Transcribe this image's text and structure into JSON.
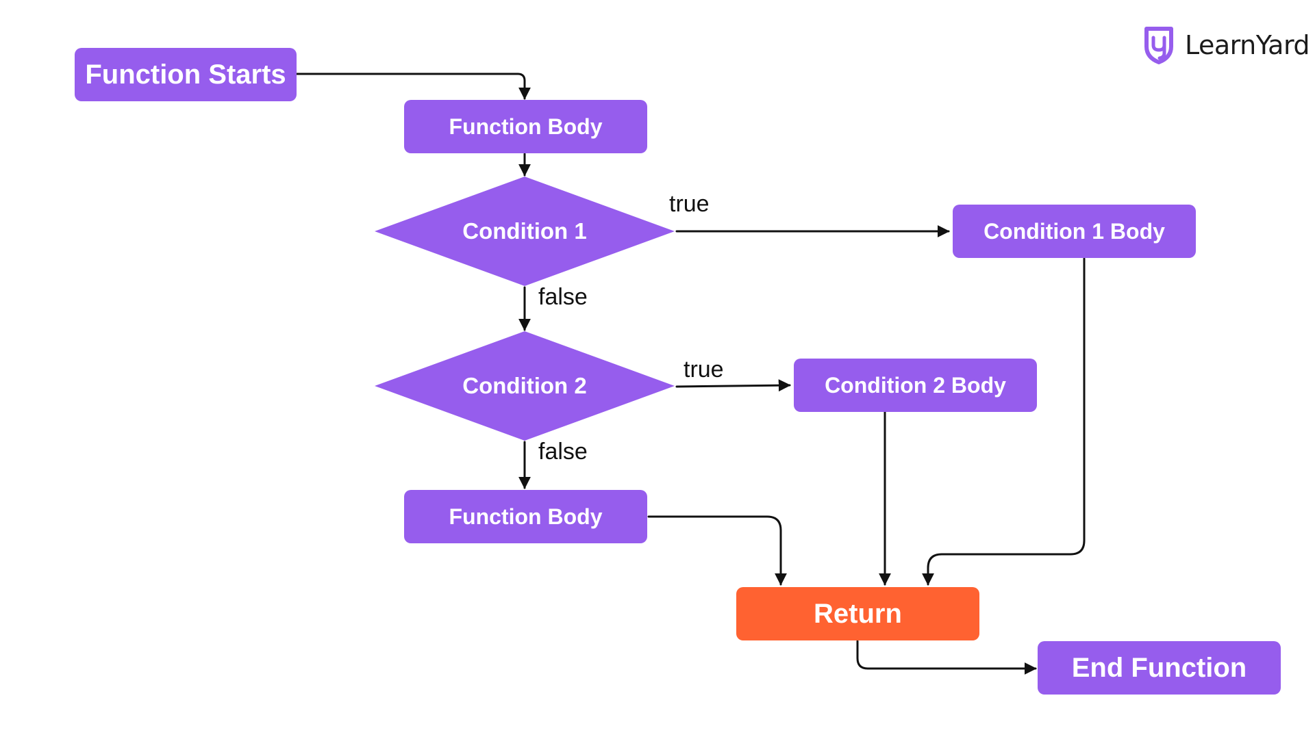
{
  "brand": {
    "name": "LearnYard",
    "color": "#965ded"
  },
  "colors": {
    "process": "#965ded",
    "return": "#ff6231",
    "edge": "#111111"
  },
  "nodes": {
    "function_starts": "Function Starts",
    "function_body_top": "Function Body",
    "condition_1": "Condition 1",
    "condition_1_body": "Condition 1 Body",
    "condition_2": "Condition 2",
    "condition_2_body": "Condition 2 Body",
    "function_body_bottom": "Function Body",
    "return": "Return",
    "end_function": "End Function"
  },
  "edge_labels": {
    "cond1_true": "true",
    "cond1_false": "false",
    "cond2_true": "true",
    "cond2_false": "false"
  }
}
